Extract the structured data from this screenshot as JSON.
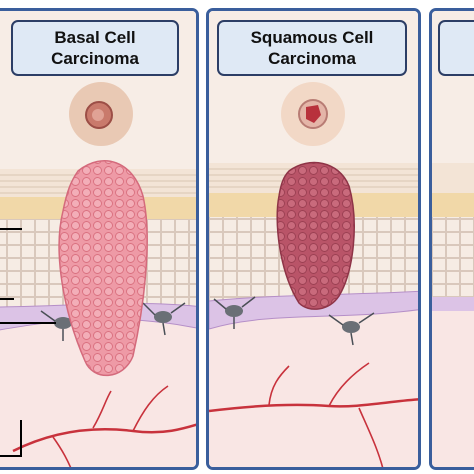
{
  "panels": [
    {
      "title_line1": "Basal Cell",
      "title_line2": "Carcinoma"
    },
    {
      "title_line1": "Squamous Cell",
      "title_line2": "Carcinoma"
    }
  ],
  "colors": {
    "frame": "#3a5e9c",
    "label_fill": "#dfe9f5",
    "bcc_tumor": "#e98f9d",
    "scc_tumor": "#c05b6c",
    "melanocyte": "#6a6f76",
    "vessel": "#c8323c",
    "basal_layer": "#dcc3e6",
    "dermis": "#f9e6e4"
  }
}
